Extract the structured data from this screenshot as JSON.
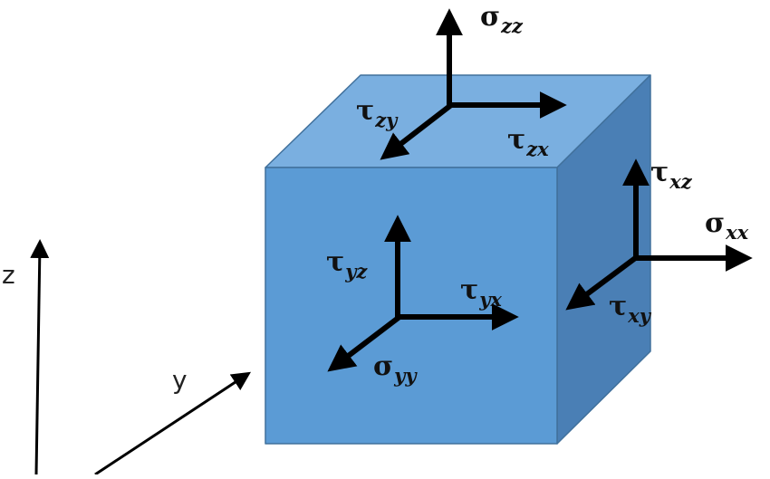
{
  "diagram": {
    "colors": {
      "front_face": "#5b9bd5",
      "top_face": "#7aafe0",
      "side_face": "#4a7fb5",
      "edge": "#41719c",
      "arrow": "#000000"
    },
    "axes": {
      "z": "z",
      "y": "y"
    },
    "top_face": {
      "normal": {
        "sym": "σ",
        "sub": "zz"
      },
      "shear_a": {
        "sym": "τ",
        "sub": "zy"
      },
      "shear_b": {
        "sym": "τ",
        "sub": "zx"
      }
    },
    "side_face": {
      "normal": {
        "sym": "σ",
        "sub": "xx"
      },
      "shear_a": {
        "sym": "τ",
        "sub": "xz"
      },
      "shear_b": {
        "sym": "τ",
        "sub": "xy"
      }
    },
    "front_face": {
      "normal": {
        "sym": "σ",
        "sub": "yy"
      },
      "shear_a": {
        "sym": "τ",
        "sub": "yz"
      },
      "shear_b": {
        "sym": "τ",
        "sub": "yx"
      }
    }
  }
}
